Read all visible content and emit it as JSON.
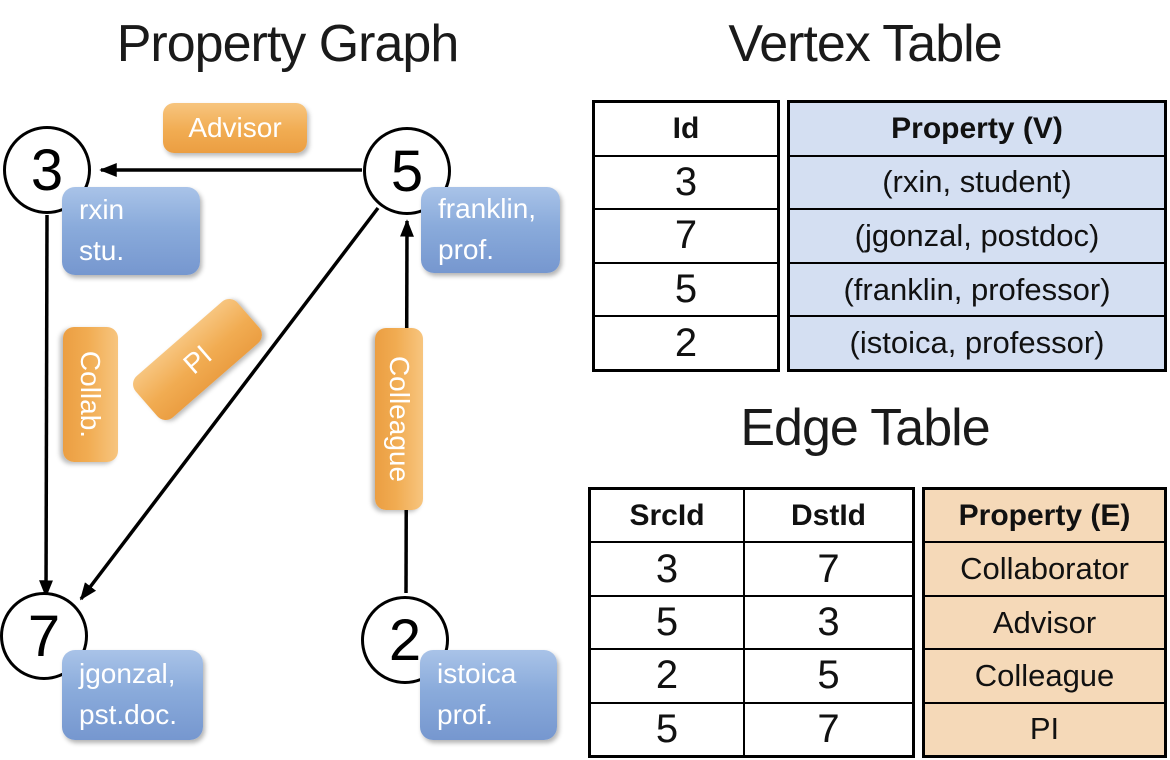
{
  "graph": {
    "title": "Property Graph",
    "nodes": [
      {
        "id": "3",
        "property": "rxin\nstu."
      },
      {
        "id": "5",
        "property": "franklin,\nprof."
      },
      {
        "id": "7",
        "property": "jgonzal,\npst.doc."
      },
      {
        "id": "2",
        "property": "istoica\nprof."
      }
    ],
    "edges": [
      {
        "label": "Advisor",
        "src": "5",
        "dst": "3"
      },
      {
        "label": "Collab.",
        "src": "3",
        "dst": "7"
      },
      {
        "label": "PI",
        "src": "5",
        "dst": "7"
      },
      {
        "label": "Colleague",
        "src": "2",
        "dst": "5"
      }
    ]
  },
  "vertex_table": {
    "title": "Vertex Table",
    "columns": [
      "Id",
      "Property (V)"
    ],
    "rows": [
      [
        "3",
        "(rxin, student)"
      ],
      [
        "7",
        "(jgonzal, postdoc)"
      ],
      [
        "5",
        "(franklin, professor)"
      ],
      [
        "2",
        "(istoica, professor)"
      ]
    ]
  },
  "edge_table": {
    "title": "Edge Table",
    "columns": [
      "SrcId",
      "DstId",
      "Property (E)"
    ],
    "rows": [
      [
        "3",
        "7",
        "Collaborator"
      ],
      [
        "5",
        "3",
        "Advisor"
      ],
      [
        "2",
        "5",
        "Colleague"
      ],
      [
        "5",
        "7",
        "PI"
      ]
    ]
  },
  "colors": {
    "vertex_box_top": "#a9c3e8",
    "vertex_box_bottom": "#7697cf",
    "edge_box_top": "#f7c57f",
    "edge_box_bottom": "#eb9e42",
    "vertex_table_fill": "#d4dff2",
    "edge_table_fill": "#f5d9b8",
    "line_color": "#000000"
  }
}
